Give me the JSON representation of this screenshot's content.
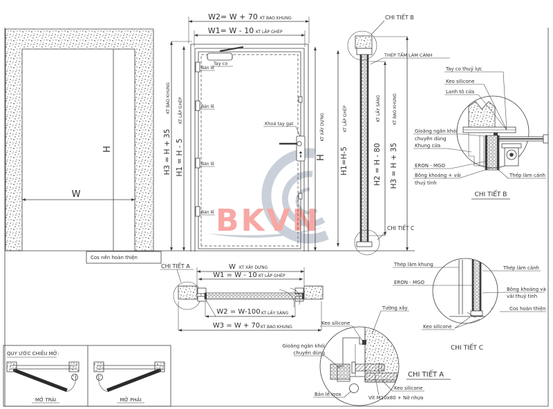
{
  "sheet": {
    "background": "#ffffff",
    "line_color": "#3c3c3c"
  },
  "watermark": {
    "text": "BKVN",
    "red": "#f0544c",
    "gray": "#97a2b4"
  },
  "opening": {
    "dim_w": "W",
    "dim_h": "H",
    "cos_label": "Cos nền hoàn thiện"
  },
  "elevation": {
    "w2_main": "W2=  W + 70",
    "w2_suffix": "KT BAO KHUNG",
    "w1_main": "W1=  W - 10",
    "w1_suffix": "KT LẮP GHÉP",
    "h3_main": "H3 = H + 35",
    "h3_suffix": "KT BAO KHUNG",
    "h1_main": "H1 = H - 5",
    "h1_suffix": "KT LẮP GHÉP",
    "tay_co": "Tay co",
    "ban_le_1": "Bản lề",
    "ban_le_2": "Bản lề",
    "ban_le_3": "Bản lề",
    "ban_le_4": "Bản lề",
    "khoa": "Khoá tay gạt"
  },
  "section": {
    "h_main": "H",
    "h_suffix": "KT XÂY DỰNG",
    "h1_main": "H1=H-5",
    "h1_suffix": "KT LẮP GHÉP",
    "h2_main": "H2 = H - 80",
    "h2_suffix": "KT LẤY SÁNG",
    "h3_main": "H3 = H + 35",
    "h3_suffix": "KT BAO KHUNG",
    "callout_b": "CHI TIẾT B",
    "thep_tam": "THÉP TẤM LÀM CÁNH",
    "callout_c": "CHI TIẾT C"
  },
  "plan": {
    "callout_a": "CHI TIẾT A",
    "w_main": "W",
    "w_suffix": "KT XÂY DỰNG",
    "w1_main": "W1 = W - 10",
    "w1_suffix": "KT LẮP GHÉP",
    "w2_main": "W2 = W-100",
    "w2_suffix": "KT LẤY SÁNG",
    "w3_main": "W3 = W + 70",
    "w3_suffix": "KT BAO KHUNG"
  },
  "detail_b": {
    "title": "CHI TIẾT B",
    "tay_co": "Tay co thuỷ lực",
    "keo": "Keo silicone",
    "lanh_to": "Lanh tô cửa",
    "gioang_1": "Gioăng ngăn khói",
    "gioang_2": "chuyên dùng",
    "khung_cua": "Khung cửa",
    "eron": "ERON - MGO",
    "bong_1": "Bông khoáng + vải",
    "bong_2": "thuỷ tinh",
    "thep_canh": "Thép làm cánh"
  },
  "detail_a": {
    "title": "CHI TIẾT A",
    "tuong_xay": "Tường xây",
    "keo_1": "Keo silicone",
    "gioang_1": "Gioăng ngăn khói",
    "gioang_2": "chuyên dùng",
    "ban_le": "Bản lề inox",
    "keo_2": "Keo silicone",
    "vit": "Vít M10x80 + Nở nhựa"
  },
  "detail_c": {
    "title": "CHI TIẾT C",
    "thep_khung": "Thép làm khung",
    "eron": "ERON - MGO",
    "keo": "Keo silicone",
    "thep_canh": "Thép làm cánh",
    "bong_1": "Bông khoáng và",
    "bong_2": "vải thuỷ tinh",
    "cos": "Cos hoàn thiện"
  },
  "legend": {
    "title": "QUY ƯỚC CHIỀU MỞ:",
    "left": "MỞ TRÁI",
    "right": "MỞ PHẢI"
  }
}
